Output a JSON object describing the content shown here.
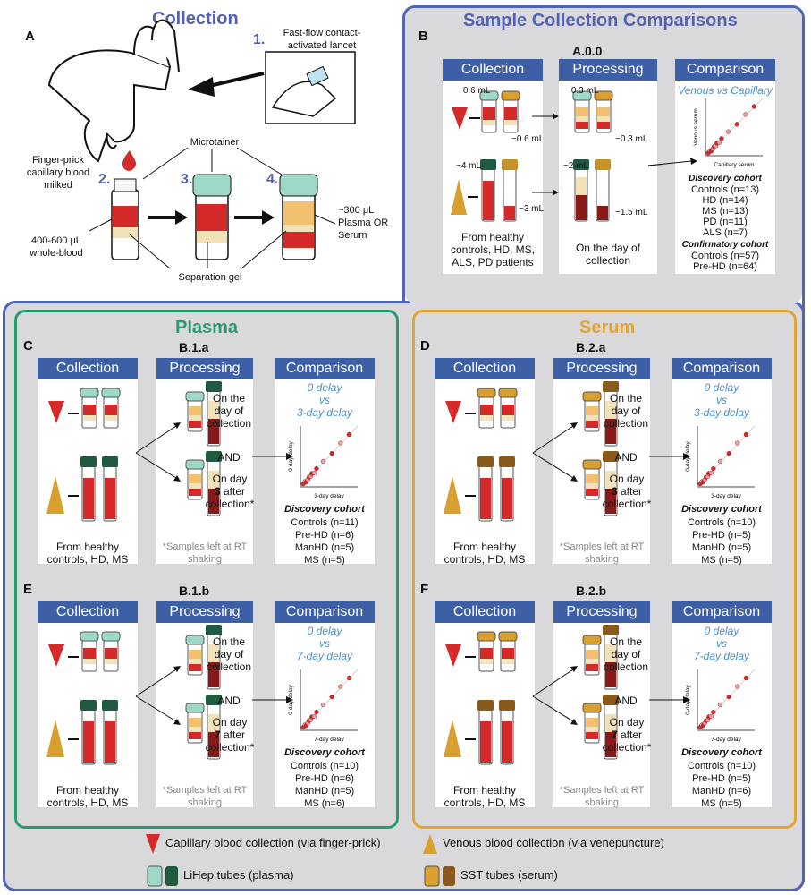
{
  "panelA": {
    "letter": "A",
    "title": "Collection",
    "step1_num": "1.",
    "step1_label": "Fast-flow contact-activated lancet",
    "finger_label": "Finger-prick capillary blood milked",
    "microtainer_label": "Microtainer",
    "step2_num": "2.",
    "step3_num": "3.",
    "step4_num": "4.",
    "whole_blood_label": "400-600 μL whole-blood",
    "plasma_serum_label": "~300 μL Plasma OR Serum",
    "gel_label": "Separation gel"
  },
  "panelB": {
    "letter": "B",
    "title": "Sample Collection Comparisons",
    "code": "A.0.0",
    "headers": [
      "Collection",
      "Processing",
      "Comparison"
    ],
    "vol_cap1": "~0.6 mL",
    "vol_cap2": "~0.6 mL",
    "vol_proc_cap1": "~0.3 mL",
    "vol_proc_cap2": "~0.3 mL",
    "vol_ven1": "~4 mL",
    "vol_ven2": "~3 mL",
    "vol_proc_ven1": "~2 mL",
    "vol_proc_ven2": "~1.5 mL",
    "collection_note": "From healthy controls, HD, MS, ALS, PD patients",
    "processing_note": "On the day of collection",
    "comparison_title": "Venous vs Capillary",
    "ylabel": "Venous serum",
    "xlabel": "Capillary serum",
    "cohort1_title": "Discovery cohort",
    "cohort1": [
      "Controls (n=13)",
      "HD (n=14)",
      "MS (n=13)",
      "PD (n=11)",
      "ALS (n=7)"
    ],
    "cohort2_title": "Confirmatory cohort",
    "cohort2": [
      "Controls (n=57)",
      "Pre-HD (n=64)"
    ]
  },
  "panels": [
    {
      "letter": "C",
      "code": "B.1.a",
      "headers": [
        "Collection",
        "Processing",
        "Comparison"
      ],
      "day_label": "On the day of collection",
      "and_label": "AND",
      "later_pre": "On day",
      "later_num": "3",
      "later_post": "after collection*",
      "collection_note": "From healthy controls, HD, MS",
      "processing_note": "*Samples left at RT shaking",
      "comp_a": "0 delay",
      "comp_vs": "vs",
      "comp_b": "3-day delay",
      "ylabel": "0-day delay",
      "xlabel": "3-day delay",
      "cohort_title": "Discovery cohort",
      "cohort": [
        "Controls (n=11)",
        "Pre-HD (n=6)",
        "ManHD (n=5)",
        "MS (n=5)"
      ]
    },
    {
      "letter": "D",
      "code": "B.2.a",
      "headers": [
        "Collection",
        "Processing",
        "Comparison"
      ],
      "day_label": "On the day of collection",
      "and_label": "AND",
      "later_pre": "On day",
      "later_num": "3",
      "later_post": "after collection*",
      "collection_note": "From healthy controls, HD, MS",
      "processing_note": "*Samples left at RT shaking",
      "comp_a": "0 delay",
      "comp_vs": "vs",
      "comp_b": "3-day delay",
      "ylabel": "0-day delay",
      "xlabel": "3-day delay",
      "cohort_title": "Discovery cohort",
      "cohort": [
        "Controls (n=10)",
        "Pre-HD (n=5)",
        "ManHD (n=5)",
        "MS (n=5)"
      ]
    },
    {
      "letter": "E",
      "code": "B.1.b",
      "headers": [
        "Collection",
        "Processing",
        "Comparison"
      ],
      "day_label": "On the day of collection",
      "and_label": "AND",
      "later_pre": "On day",
      "later_num": "7",
      "later_post": "after collection*",
      "collection_note": "From healthy controls, HD, MS",
      "processing_note": "*Samples left at RT shaking",
      "comp_a": "0 delay",
      "comp_vs": "vs",
      "comp_b": "7-day delay",
      "ylabel": "0-day delay",
      "xlabel": "7-day delay",
      "cohort_title": "Discovery cohort",
      "cohort": [
        "Controls (n=10)",
        "Pre-HD (n=6)",
        "ManHD (n=5)",
        "MS (n=6)"
      ]
    },
    {
      "letter": "F",
      "code": "B.2.b",
      "headers": [
        "Collection",
        "Processing",
        "Comparison"
      ],
      "day_label": "On the day of collection",
      "and_label": "AND",
      "later_pre": "On day",
      "later_num": "7",
      "later_post": "after collection*",
      "collection_note": "From healthy controls, HD, MS",
      "processing_note": "*Samples left at RT shaking",
      "comp_a": "0 delay",
      "comp_vs": "vs",
      "comp_b": "7-day delay",
      "ylabel": "0-day delay",
      "xlabel": "7-day delay",
      "cohort_title": "Discovery cohort",
      "cohort": [
        "Controls (n=10)",
        "Pre-HD (n=5)",
        "ManHD (n=6)",
        "MS (n=5)"
      ]
    }
  ],
  "plasma_title": "Plasma",
  "serum_title": "Serum",
  "legend": {
    "capillary": "Capillary blood collection (via finger-prick)",
    "venous": "Venous blood collection (via venepuncture)",
    "lihep": "LiHep tubes (plasma)",
    "sst": "SST tubes (serum)"
  },
  "colors": {
    "blue_frame": "#5065b5",
    "green_frame": "#2a9a70",
    "orange_frame": "#e0a535",
    "header": "#3d5fa5",
    "blood": "#d42a2a",
    "gold": "#d9a030",
    "mint": "#9ed8c8",
    "dark_green_cap": "#1f5a40",
    "gold_cap": "#c8922a"
  }
}
